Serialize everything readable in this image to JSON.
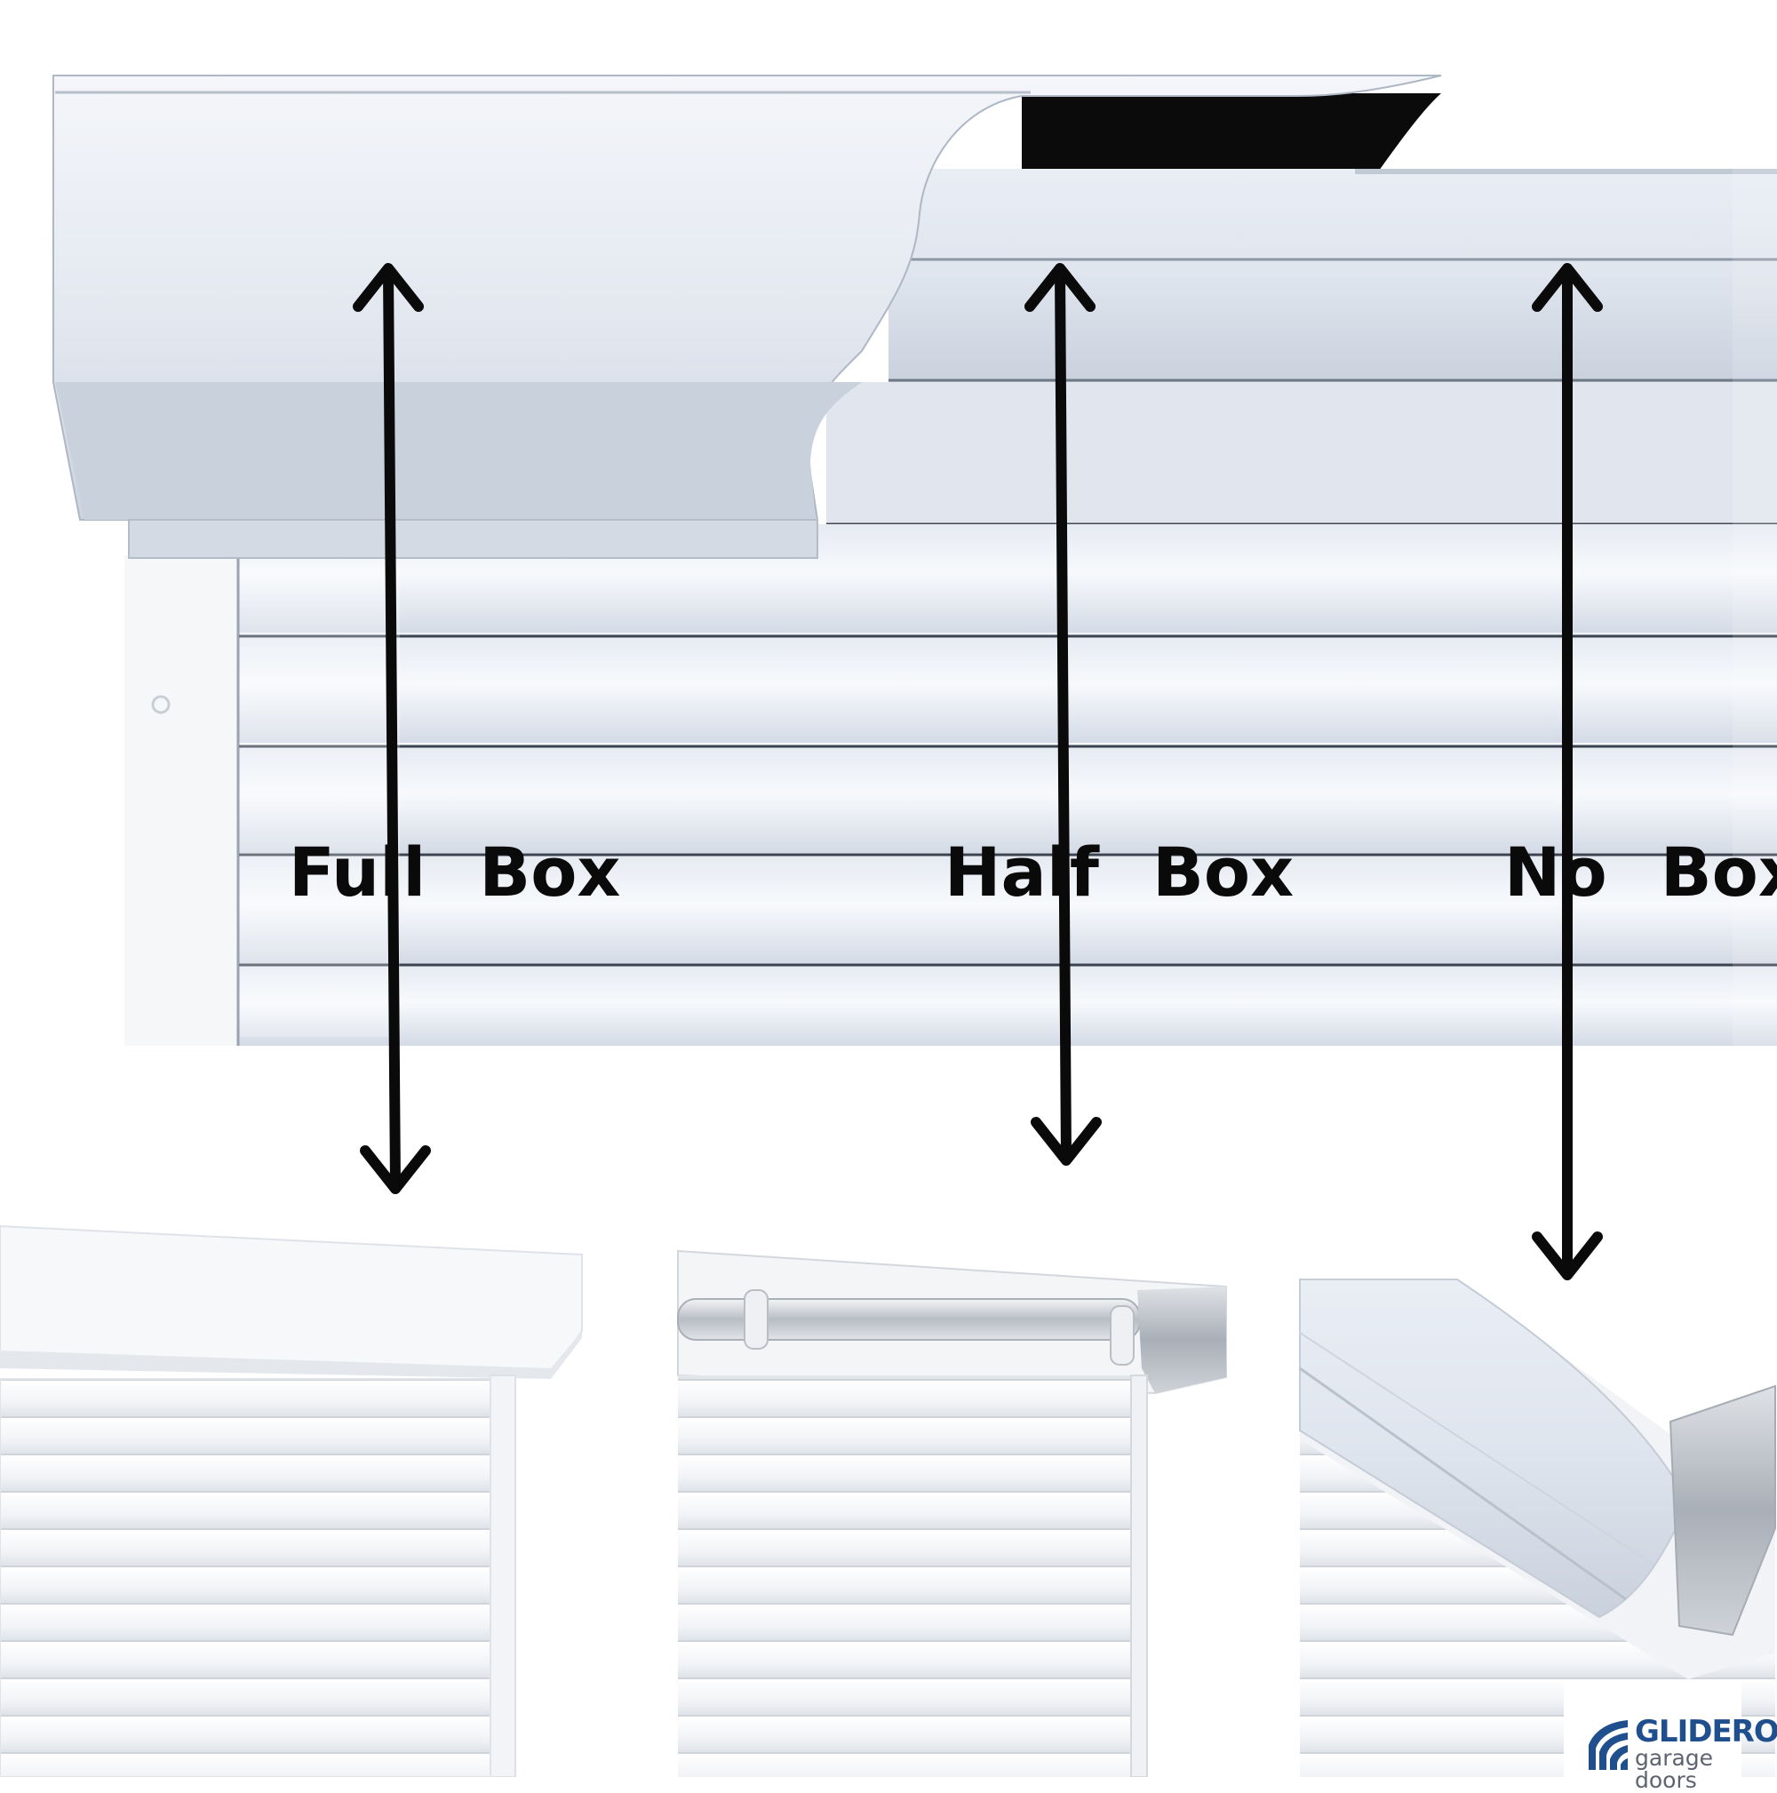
{
  "labels": {
    "full_box": [
      "Full",
      "Box"
    ],
    "half_box": [
      "Half",
      "Box"
    ],
    "no_box": [
      "No",
      "Box"
    ]
  },
  "logo": {
    "brand": "GLIDEROL",
    "tagline": "garage doors",
    "brand_color": "#1f4f8c"
  },
  "colors": {
    "arrow": "#0a0a0a",
    "panel": "#dde3ec",
    "panel_shade": "#cdd5e0",
    "slat_line": "#3b4350"
  },
  "icons": {
    "arrows": "double-headed-vertical-arrow",
    "logo_mark": "gliderol-stripes-mark"
  }
}
